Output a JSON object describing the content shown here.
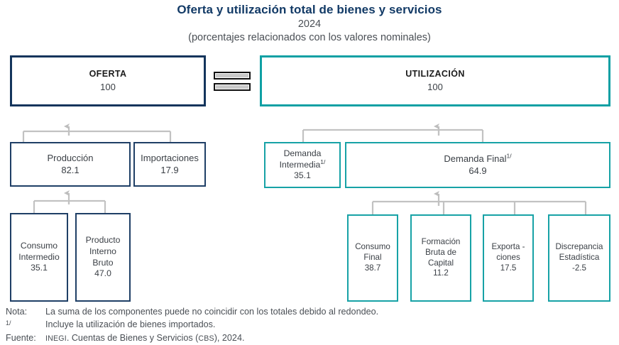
{
  "header": {
    "title": "Oferta y utilización total de bienes y servicios",
    "year": "2024",
    "units": "(porcentajes relacionados con los valores nominales)"
  },
  "colors": {
    "title": "#123a66",
    "navy_border": "#1f3f66",
    "teal_border": "#17a2a6",
    "connector": "#c2c2c2",
    "equals_fill": "#c9c9c9"
  },
  "equals_symbol": "equals-sign",
  "supply_side": {
    "total": {
      "label": "OFERTA",
      "value": "100"
    },
    "level2": [
      {
        "label": "Producción",
        "value": "82.1"
      },
      {
        "label": "Importaciones",
        "value": "17.9"
      }
    ],
    "level3": [
      {
        "label": "Consumo Intermedio",
        "line1": "Consumo",
        "line2": "Intermedio",
        "value": "35.1"
      },
      {
        "label": "Producto Interno Bruto",
        "line1": "Producto",
        "line2": "Interno",
        "line3": "Bruto",
        "value": "47.0"
      }
    ]
  },
  "use_side": {
    "total": {
      "label": "UTILIZACIÓN",
      "value": "100"
    },
    "level2": [
      {
        "label": "Demanda Intermedia",
        "line1": "Demanda",
        "line2": "Intermedia",
        "footnote": "1/",
        "value": "35.1"
      },
      {
        "label": "Demanda Final",
        "line1": "Demanda Final",
        "footnote": "1/",
        "value": "64.9"
      }
    ],
    "level3": [
      {
        "label": "Consumo Final",
        "line1": "Consumo",
        "line2": "Final",
        "value": "38.7"
      },
      {
        "label": "Formación Bruta de Capital",
        "line1": "Formación",
        "line2": "Bruta de",
        "line3": "Capital",
        "value": "11.2"
      },
      {
        "label": "Exportaciones",
        "line1": "Exporta -",
        "line2": "ciones",
        "value": "17.5"
      },
      {
        "label": "Discrepancia Estadística",
        "line1": "Discrepancia",
        "line2": "Estadística",
        "value": "-2.5"
      }
    ]
  },
  "footnotes": {
    "note_tag": "Nota:",
    "note_text": "La suma de los componentes puede no coincidir con los totales debido al redondeo.",
    "ref_tag": "1/",
    "ref_text": "Incluye la utilización de bienes importados.",
    "source_tag": "Fuente:",
    "source_org": "INEGI",
    "source_mid": ". Cuentas de Bienes y Servicios (",
    "source_abbr": "CBS",
    "source_end": "), 2024."
  }
}
